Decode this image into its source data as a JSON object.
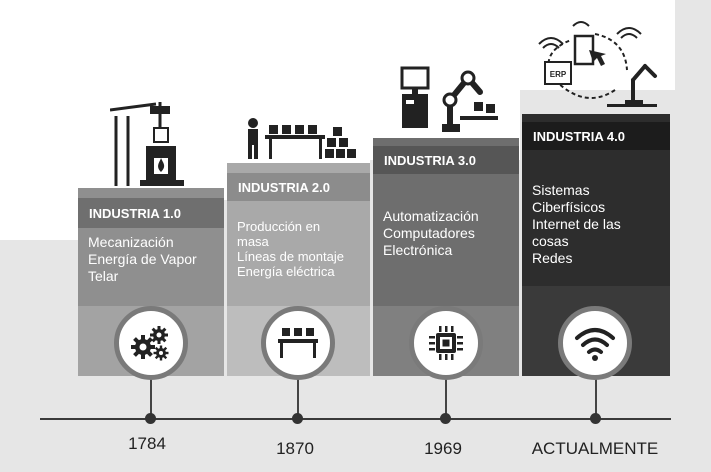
{
  "stages": [
    {
      "title": "INDUSTRIA 1.0",
      "lines": [
        "Mecanización",
        "Energía de Vapor",
        "Telar"
      ],
      "year": "1784",
      "icon": "gears-icon"
    },
    {
      "title": "INDUSTRIA 2.0",
      "lines": [
        "Producción en",
        "masa",
        "Líneas de montaje",
        "Energía eléctrica"
      ],
      "year": "1870",
      "icon": "conveyor-icon"
    },
    {
      "title": "INDUSTRIA 3.0",
      "lines": [
        "Automatización",
        "Computadores",
        "Electrónica"
      ],
      "year": "1969",
      "icon": "chip-icon"
    },
    {
      "title": "INDUSTRIA 4.0",
      "lines": [
        "Sistemas",
        "Ciberfísicos",
        "Internet de las",
        "cosas",
        "Redes"
      ],
      "year": "ACTUALMENTE",
      "icon": "wifi-icon"
    }
  ],
  "illustrations": {
    "erp_label": "ERP"
  },
  "colors": {
    "col1": "#8f8f8f",
    "col1_head": "#6f6f6f",
    "col1_lower": "#a3a3a3",
    "col2": "#a9a9a9",
    "col2_head": "#8c8c8c",
    "col2_lower": "#bdbdbd",
    "col3": "#6e6e6e",
    "col3_head": "#565656",
    "col3_lower": "#808080",
    "col4": "#2d2d2d",
    "col4_head": "#1c1c1c",
    "col4_lower": "#3a3a3a"
  }
}
